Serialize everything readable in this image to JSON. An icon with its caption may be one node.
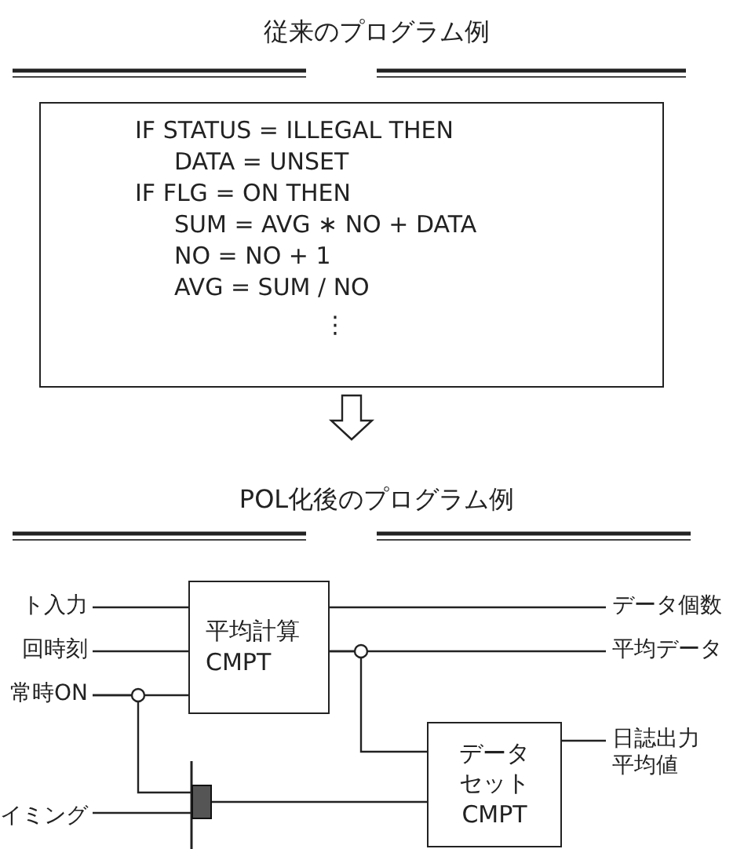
{
  "diagram": {
    "nodes": [
      {
        "text": [
          "IF STATUS = ILLEGAL THEN",
          "DATA = UNSET",
          "IF FLG = ON THEN",
          "SUM = AVG ∗ NO + DATA",
          "NO = NO + 1",
          "AVG = SUM ∕ NO",
          "⋮"
        ]
      },
      {
        "text": [
          "平均計算",
          "CMPT"
        ]
      },
      {
        "text": [
          "データ",
          "セット",
          "CMPT"
        ]
      },
      {
        "text": [],
        "shape": "bar"
      },
      {
        "text": [
          "ト入力"
        ]
      },
      {
        "text": [
          "回時刻"
        ]
      },
      {
        "text": [
          "常時ON"
        ]
      },
      {
        "text": [
          "イミング"
        ]
      },
      {
        "text": [
          "データ個数"
        ]
      },
      {
        "text": [
          "平均データ"
        ]
      },
      {
        "text": [
          "日誌出力平均値"
        ]
      }
    ],
    "edges": [
      {
        "from": 0,
        "to": null,
        "arrow": "to"
      },
      {
        "from": 4,
        "to": 1,
        "arrow": "none"
      },
      {
        "from": 5,
        "to": 1,
        "arrow": "none"
      },
      {
        "from": 6,
        "to": 1,
        "arrow": "none"
      },
      {
        "from": 6,
        "to": 3,
        "arrow": "none"
      },
      {
        "from": 7,
        "to": 3,
        "arrow": "none"
      },
      {
        "from": 3,
        "to": 2,
        "arrow": "none"
      },
      {
        "from": 1,
        "to": 8,
        "arrow": "none"
      },
      {
        "from": 1,
        "to": 9,
        "arrow": "none"
      },
      {
        "from": 1,
        "to": 2,
        "arrow": "none"
      },
      {
        "from": 2,
        "to": 10,
        "arrow": "none"
      }
    ],
    "labels": [
      "従来のプログラム例",
      "POL化後のプログラム例"
    ]
  }
}
